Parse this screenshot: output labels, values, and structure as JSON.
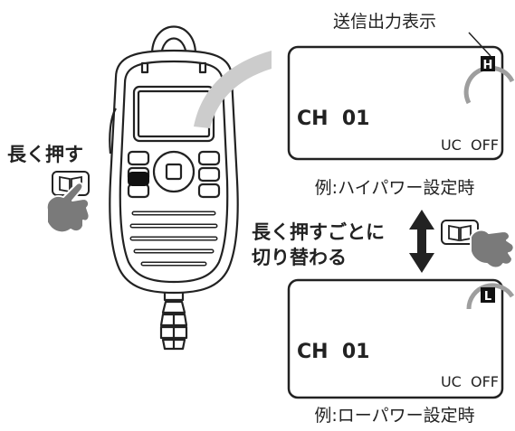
{
  "callout": {
    "label": "送信出力表示"
  },
  "left_instruction": {
    "text": "長く押す"
  },
  "middle_instruction": {
    "line1": "長く押すごとに",
    "line2": "切り替わる"
  },
  "display_high": {
    "indicator": "H",
    "channel": "CH  01",
    "status": "UC  OFF",
    "caption": "例:ハイパワー設定時"
  },
  "display_low": {
    "indicator": "L",
    "channel": "CH  01",
    "status": "UC  OFF",
    "caption": "例:ローパワー設定時"
  },
  "icons": {
    "key": "book-key-icon",
    "hand": "pointing-hand-icon",
    "arrow": "double-arrow-icon",
    "mic": "handheld-microphone-icon"
  },
  "colors": {
    "highlight_circle": "#9e9e9e",
    "hand_fill": "#7a7a7a",
    "arrow_fill": "#222222",
    "callout_bar": "#cccccc"
  }
}
